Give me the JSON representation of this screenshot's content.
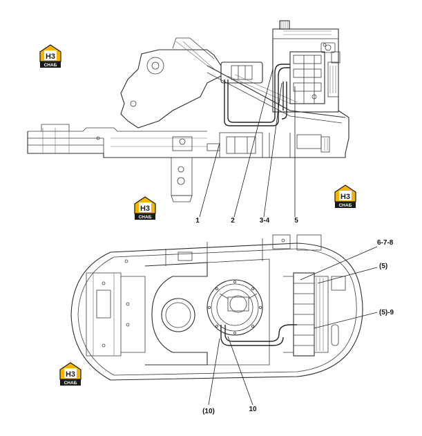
{
  "colors": {
    "logo_gold": "#f4b400",
    "logo_dark": "#1a1a1a",
    "line": "#3a3a3a"
  },
  "logo": {
    "mark": "H3",
    "text": "CHAБ"
  },
  "callouts": {
    "c1": "1",
    "c2": "2",
    "c3": "3-4",
    "c4": "5",
    "c5": "6-7-8",
    "c6": "(5)",
    "c7": "(5)-9",
    "c8": "(10)",
    "c9": "10"
  }
}
